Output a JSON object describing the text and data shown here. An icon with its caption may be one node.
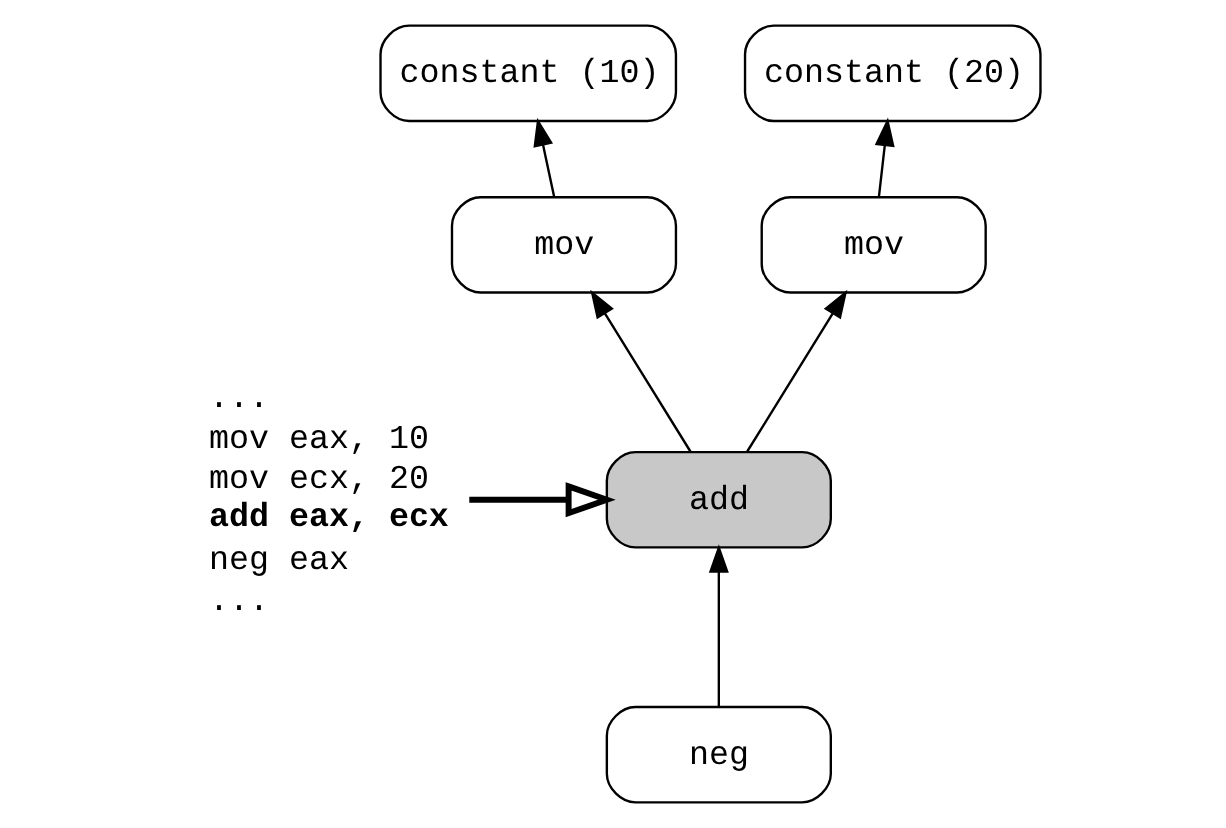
{
  "diagram": {
    "nodes": [
      {
        "text": [
          "constant (10)"
        ]
      },
      {
        "text": [
          "constant (20)"
        ]
      },
      {
        "text": [
          "mov"
        ]
      },
      {
        "text": [
          "mov"
        ]
      },
      {
        "text": [
          "add"
        ]
      },
      {
        "text": [
          "neg"
        ]
      },
      {
        "text": [
          "...",
          "mov eax, 10",
          "mov ecx, 20",
          "**add eax, ecx**",
          "neg eax",
          "..."
        ]
      }
    ],
    "edges": [
      {
        "from": 2,
        "to": 0,
        "arrow": "to"
      },
      {
        "from": 3,
        "to": 1,
        "arrow": "to"
      },
      {
        "from": 4,
        "to": 2,
        "arrow": "to"
      },
      {
        "from": 4,
        "to": 3,
        "arrow": "to"
      },
      {
        "from": 5,
        "to": 4,
        "arrow": "to"
      },
      {
        "from": 6,
        "to": 4,
        "arrow": "to",
        "style": "thick"
      }
    ]
  }
}
